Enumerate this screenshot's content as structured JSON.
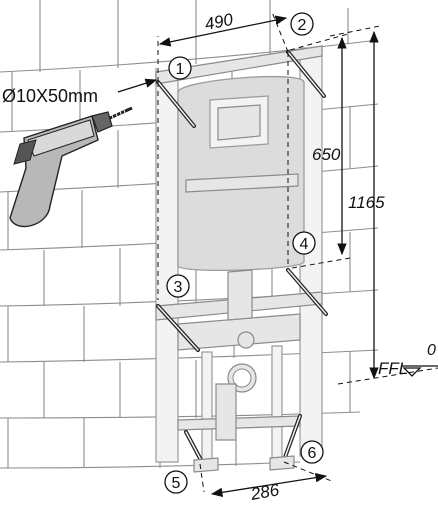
{
  "dimensions": {
    "width_between_anchors": "490",
    "height_upper_to_lower": "650",
    "height_from_floor": "1165",
    "foot_spacing": "286",
    "floor_level_value": "0",
    "floor_level_label": "FFL"
  },
  "drill_spec": "Ø10X50mm",
  "callouts": [
    "1",
    "2",
    "3",
    "4",
    "5",
    "6"
  ]
}
